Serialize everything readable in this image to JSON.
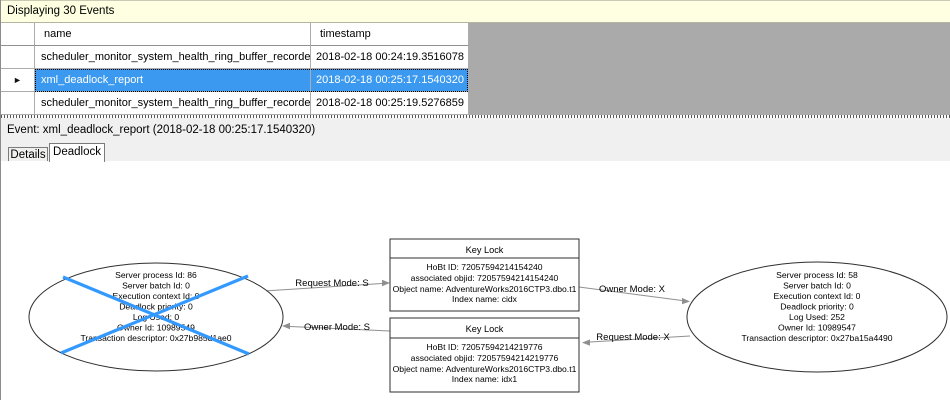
{
  "window": {
    "title": "Displaying 30 Events"
  },
  "events_table": {
    "columns": [
      {
        "label": "name"
      },
      {
        "label": "timestamp"
      }
    ],
    "rows": [
      {
        "name": "scheduler_monitor_system_health_ring_buffer_recorded",
        "timestamp": "2018-02-18 00:24:19.3516078",
        "selected": false
      },
      {
        "name": "xml_deadlock_report",
        "timestamp": "2018-02-18 00:25:17.1540320",
        "selected": true
      },
      {
        "name": "scheduler_monitor_system_health_ring_buffer_recorded",
        "timestamp": "2018-02-18 00:25:19.5276859",
        "selected": false
      }
    ],
    "row_indicator_glyph": "►"
  },
  "event_bar": {
    "text": "Event: xml_deadlock_report (2018-02-18 00:25:17.1540320)"
  },
  "tabs": [
    {
      "label": "Details",
      "active": false
    },
    {
      "label": "Deadlock",
      "active": true
    }
  ],
  "deadlock_graph": {
    "processes": [
      {
        "role": "victim",
        "crossed_out": true,
        "lines": [
          "Server process Id: 86",
          "Server batch Id: 0",
          "Execution context Id: 0",
          "Deadlock priority: 0",
          "Log Used: 0",
          "Owner Id: 10989549",
          "Transaction descriptor: 0x27b985d1ae0"
        ]
      },
      {
        "role": "survivor",
        "crossed_out": false,
        "lines": [
          "Server process Id: 58",
          "Server batch Id: 0",
          "Execution context Id: 0",
          "Deadlock priority: 0",
          "Log Used: 252",
          "Owner Id: 10989547",
          "Transaction descriptor: 0x27ba15a4490"
        ]
      }
    ],
    "resources": [
      {
        "title": "Key Lock",
        "lines": [
          "HoBt ID: 72057594214154240",
          "associated objid: 72057594214154240",
          "Object name: AdventureWorks2016CTP3.dbo.t1",
          "Index name: cidx"
        ]
      },
      {
        "title": "Key Lock",
        "lines": [
          "HoBt ID: 72057594214219776",
          "associated objid: 72057594214219776",
          "Object name: AdventureWorks2016CTP3.dbo.t1",
          "Index name: idx1"
        ]
      }
    ],
    "edges": [
      {
        "label": "Request Mode: S"
      },
      {
        "label": "Owner Mode: S"
      },
      {
        "label": "Owner Mode: X"
      },
      {
        "label": "Request Mode: X"
      }
    ]
  },
  "colors": {
    "info_bar_yellow": "#FFFFE1",
    "grid_empty_gray": "#AAAAAA",
    "selection_blue": "#3B99F0",
    "victim_cross_blue": "#3399FF"
  }
}
